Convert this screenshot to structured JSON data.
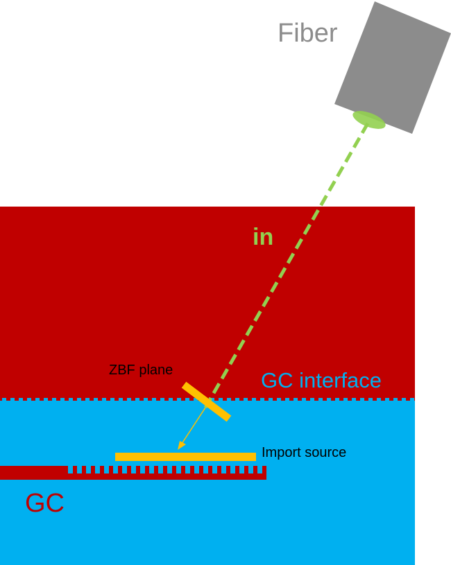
{
  "labels": {
    "fiber": "Fiber",
    "incoming": "in",
    "zbf_plane": "ZBF plane",
    "gc_interface": "GC interface",
    "import_source": "Import source",
    "gc": "GC"
  },
  "colors": {
    "cladding": "#C00000",
    "substrate": "#00B0F0",
    "fiber_body": "#8C8C8C",
    "fiber_label": "#8C8C8C",
    "beam": "#92D050",
    "zbf_plane": "#FFC000",
    "import_source": "#FFC000",
    "gc_label": "#C00000",
    "interface_label": "#00B0F0",
    "annotation_text": "#000000"
  }
}
